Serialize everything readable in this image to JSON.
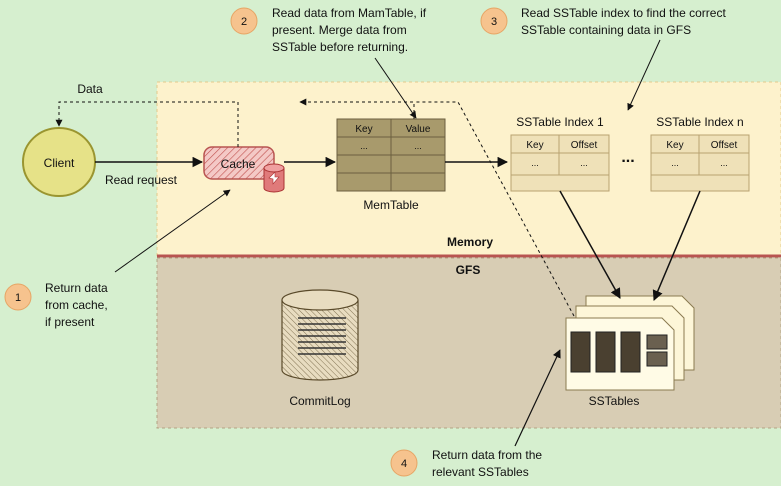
{
  "zones": {
    "memory": "Memory",
    "gfs": "GFS"
  },
  "colors": {
    "background": "#d6efcf",
    "memory_zone": "#fdf2cc",
    "gfs_zone": "#d8cdb4",
    "memory_label": "#e0303a",
    "gfs_label": "#3b3ce0",
    "divider": "#b85450",
    "step_badge": "#f6c38e"
  },
  "nodes": {
    "client": "Client",
    "cache": "Cache",
    "memtable": {
      "caption": "MemTable",
      "headers": [
        "Key",
        "Value"
      ],
      "ellipsis": "..."
    },
    "ss_index_1": {
      "caption": "SSTable Index 1",
      "headers": [
        "Key",
        "Offset"
      ],
      "ellipsis": "..."
    },
    "ss_index_n": {
      "caption": "SSTable Index n",
      "headers": [
        "Key",
        "Offset"
      ],
      "ellipsis": "..."
    },
    "index_gap": "...",
    "commitlog": "CommitLog",
    "sstables": "SSTables"
  },
  "edges": {
    "data": "Data",
    "read_request": "Read request"
  },
  "steps": [
    {
      "number": "1",
      "lines": [
        "Return data",
        "from cache,",
        "if present"
      ]
    },
    {
      "number": "2",
      "lines": [
        "Read data from MamTable, if",
        "present. Merge data from",
        "SSTable before returning."
      ]
    },
    {
      "number": "3",
      "lines": [
        "Read SSTable index to find the correct",
        "SSTable containing data in GFS"
      ]
    },
    {
      "number": "4",
      "lines": [
        "Return data from the",
        "relevant SSTables"
      ]
    }
  ]
}
